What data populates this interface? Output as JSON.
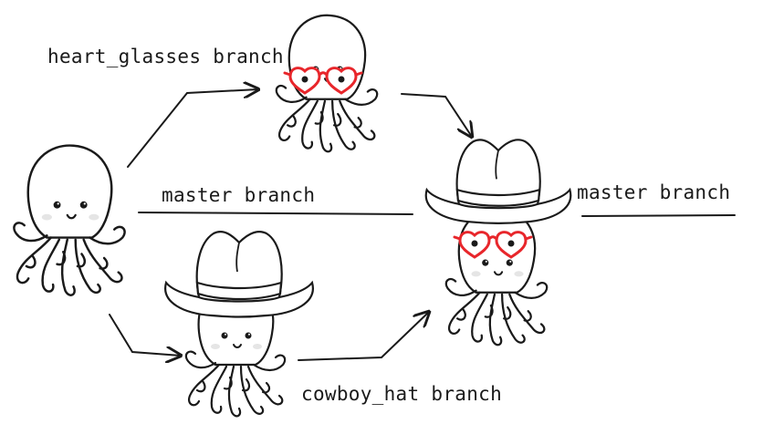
{
  "labels": {
    "heart_glasses": "heart_glasses branch",
    "master_left": "master branch",
    "master_right": "master branch",
    "cowboy_hat": "cowboy_hat branch"
  },
  "colors": {
    "ink": "#1a1a1a",
    "glasses": "#e8262b",
    "cheek": "#e5e5e5"
  },
  "icons": {
    "base": "octopus-icon",
    "glasses": "heart-glasses-icon",
    "hat": "cowboy-hat-icon"
  }
}
